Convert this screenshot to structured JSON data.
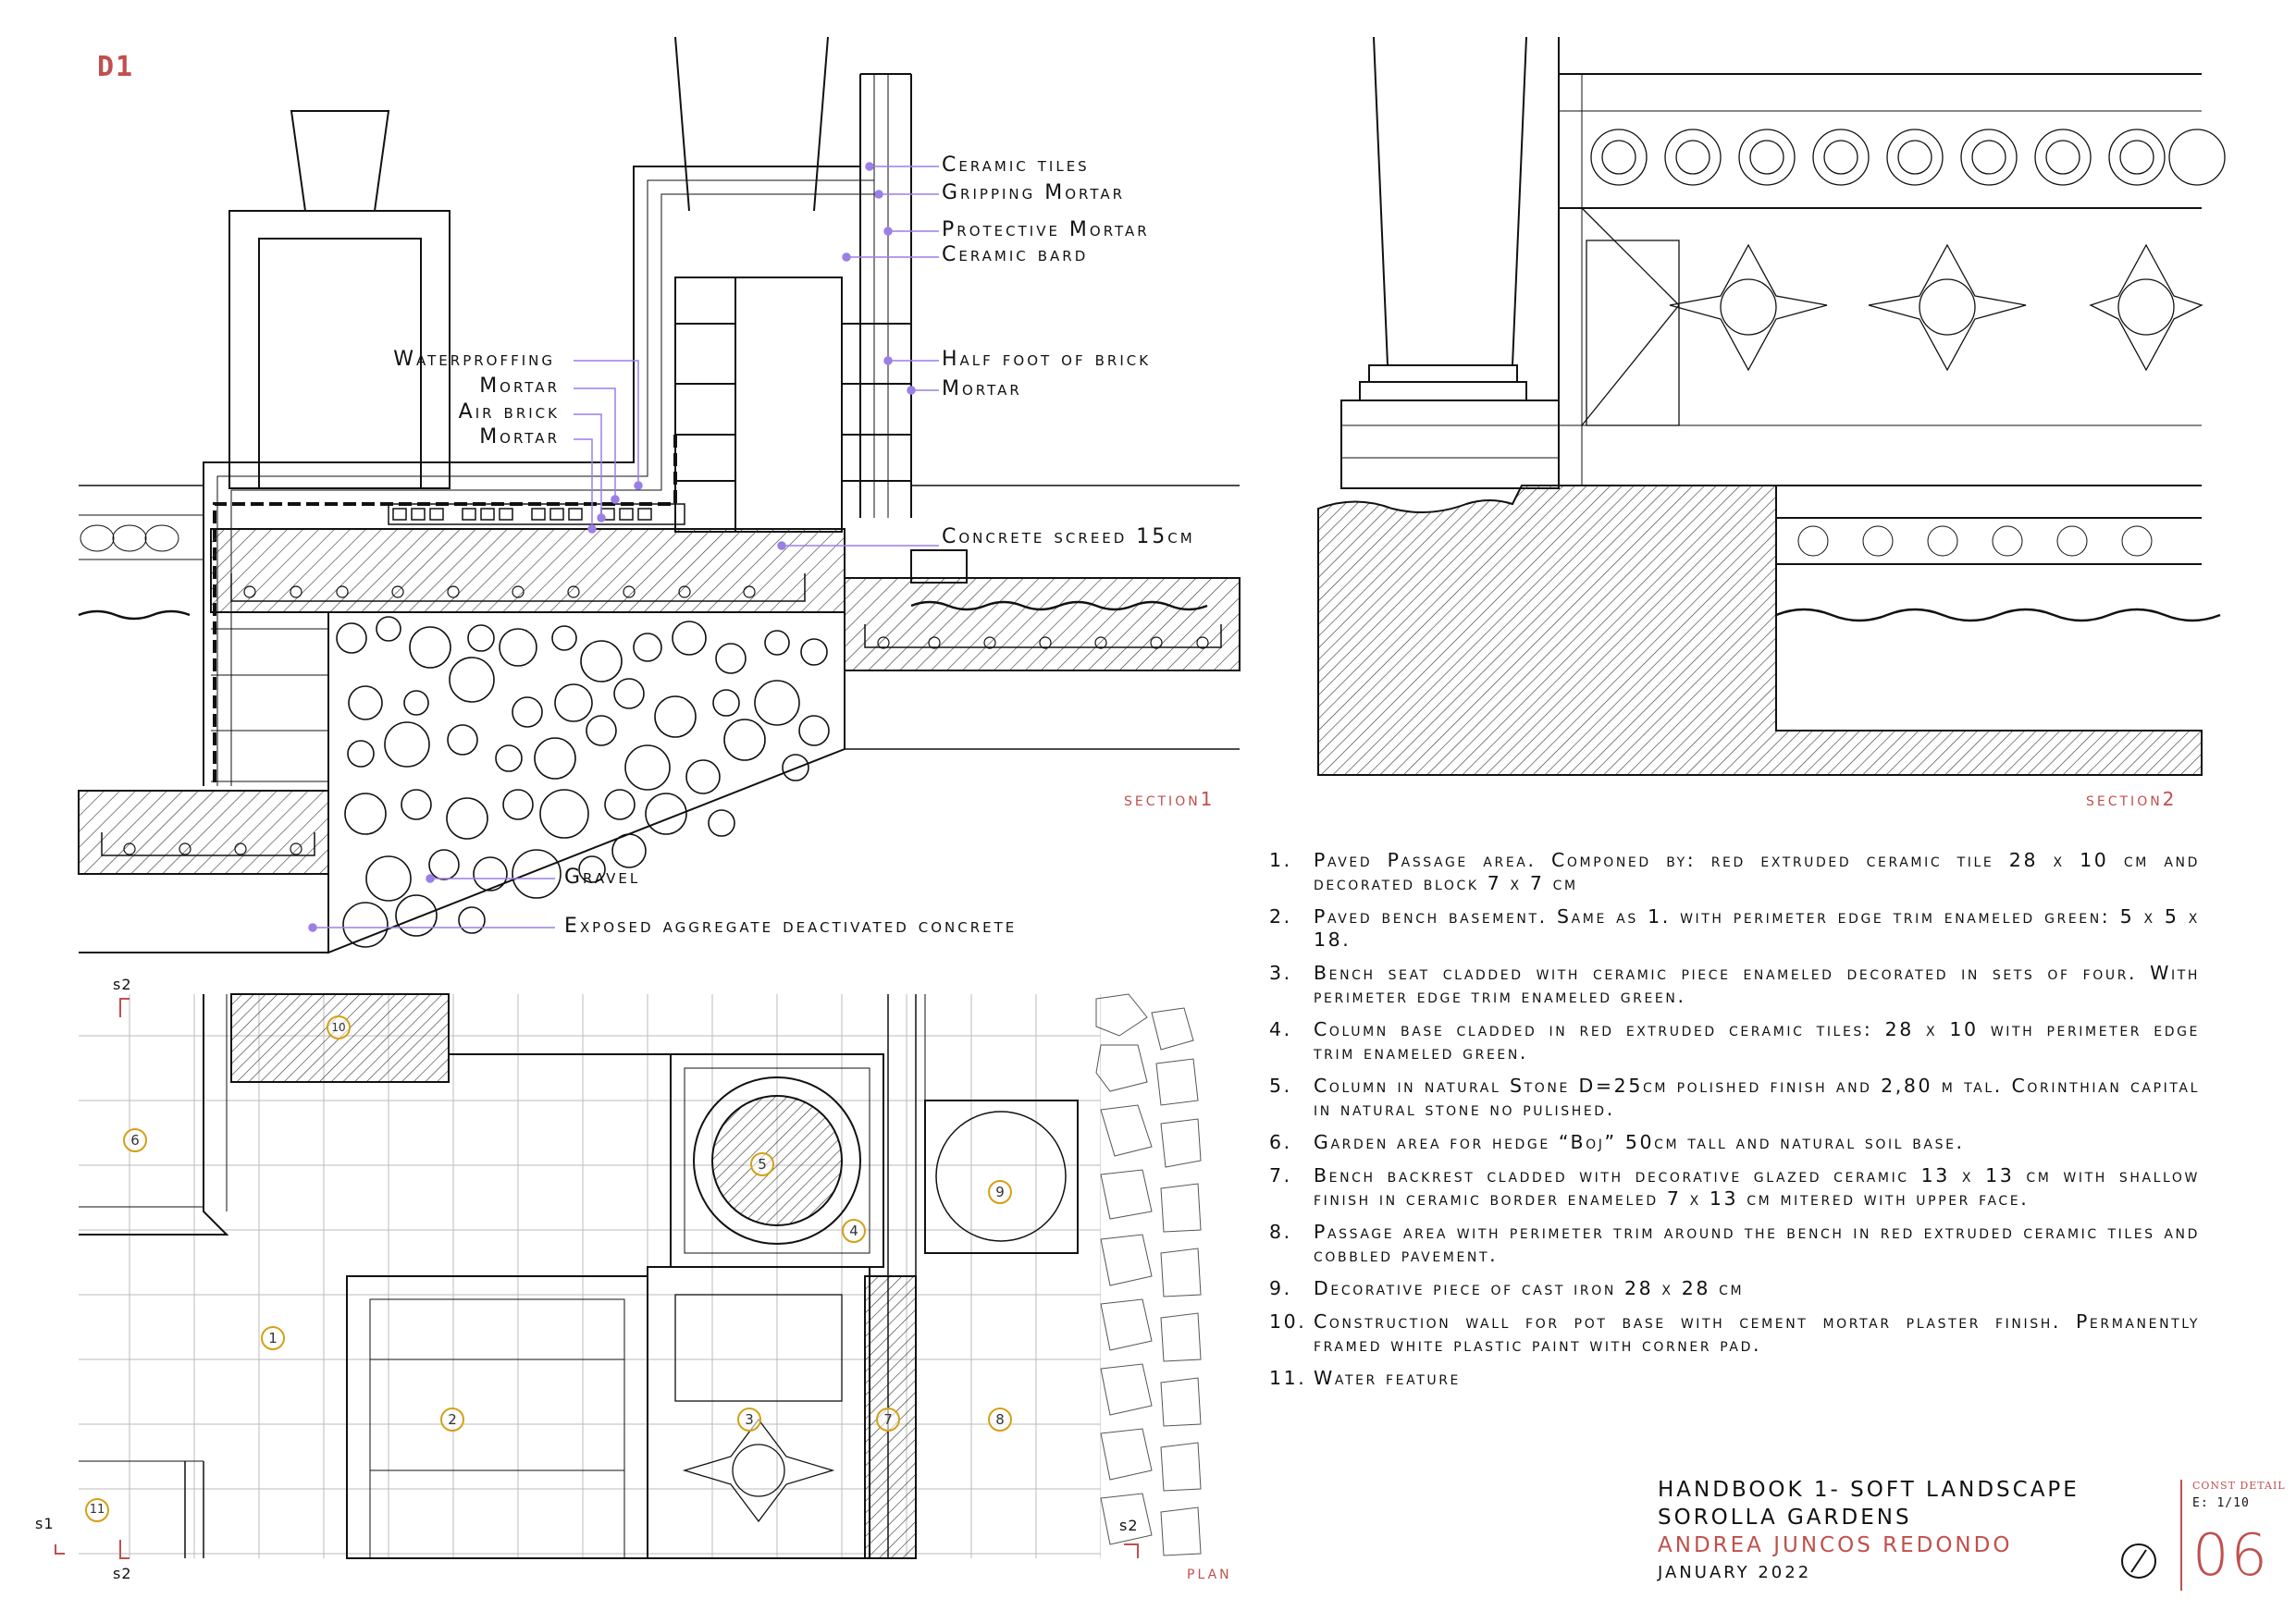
{
  "sheet_code": "D1",
  "section1": {
    "tag": "section1",
    "labels": [
      "Ceramic tiles",
      "Gripping Mortar",
      "Protective Mortar",
      "Ceramic bard",
      "Half foot of brick",
      "Mortar",
      "Waterproffing",
      "Mortar",
      "Air brick",
      "Mortar",
      "Concrete screed 15cm",
      "Gravel",
      "Exposed aggregate deactivated concrete"
    ]
  },
  "section2": {
    "tag": "section2"
  },
  "plan": {
    "tag": "plan",
    "cut_marks": [
      "s2",
      "s1",
      "s2",
      "s2"
    ],
    "markers": [
      "10",
      "6",
      "5",
      "4",
      "9",
      "1",
      "2",
      "3",
      "7",
      "8",
      "11"
    ]
  },
  "notes": [
    {
      "num": "1.",
      "text": "Paved Passage area. Componed by: red extruded ceramic tile 28 x 10 cm and decorated block 7 x 7 cm"
    },
    {
      "num": "2.",
      "text": "Paved bench basement. Same as 1. with perimeter edge trim enameled green: 5 x 5 x 18."
    },
    {
      "num": "3.",
      "text": "Bench seat cladded with ceramic piece enameled decorated in sets of four. With perimeter edge trim enameled green."
    },
    {
      "num": "4.",
      "text": "Column base cladded in red extruded ceramic tiles: 28 x 10 with perimeter edge trim enameled green."
    },
    {
      "num": "5.",
      "text": "Column in natural Stone D=25cm polished finish and 2,80 m tal. Corinthian capital in natural stone no pulished."
    },
    {
      "num": "6.",
      "text": "Garden area for hedge “Boj” 50cm tall and natural soil base."
    },
    {
      "num": "7.",
      "text": "Bench backrest cladded with decorative glazed ceramic 13 x 13 cm with shallow finish in ceramic border enameled 7 x 13 cm mitered with upper face."
    },
    {
      "num": "8.",
      "text": "Passage area with perimeter trim around the bench in red extruded ceramic tiles and cobbled pavement."
    },
    {
      "num": "9.",
      "text": "Decorative piece of cast iron 28 x 28 cm"
    },
    {
      "num": "10.",
      "text": "Construction wall for pot base with cement mortar plaster finish. Permanently framed white plastic paint with corner pad."
    },
    {
      "num": "11.",
      "text": "Water feature"
    }
  ],
  "title_block": {
    "line1": "HANDBOOK 1- SOFT LANDSCAPE",
    "line2": "SOROLLA GARDENS",
    "author": "ANDREA JUNCOS REDONDO",
    "date": "JANUARY 2022",
    "type": "CONST DETAIL",
    "scale": "E: 1/10",
    "sheet_number": "06"
  },
  "colors": {
    "accent": "#c0504d",
    "leader": "#9b7fe6",
    "marker": "#d4a017",
    "line": "#111111"
  }
}
